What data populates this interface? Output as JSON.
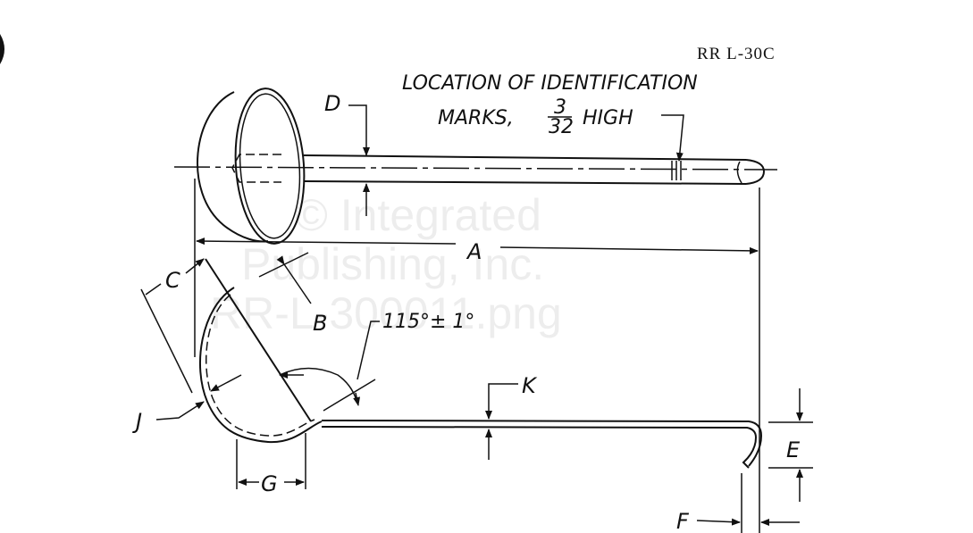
{
  "document_code": "RR L-30C",
  "note": {
    "line1": "LOCATION OF IDENTIFICATION",
    "line2_prefix": "MARKS,",
    "fraction_numerator": "3",
    "fraction_denominator": "32",
    "line2_suffix": "HIGH"
  },
  "dimension_labels": {
    "A": "A",
    "B": "B",
    "C": "C",
    "D": "D",
    "E": "E",
    "F": "F",
    "G": "G",
    "J": "J",
    "K": "K"
  },
  "angle_label": "115°± 1°",
  "watermark": {
    "line1": "© Integrated",
    "line2": "Publishing, Inc.",
    "line3": "RR-L-300011.png"
  }
}
